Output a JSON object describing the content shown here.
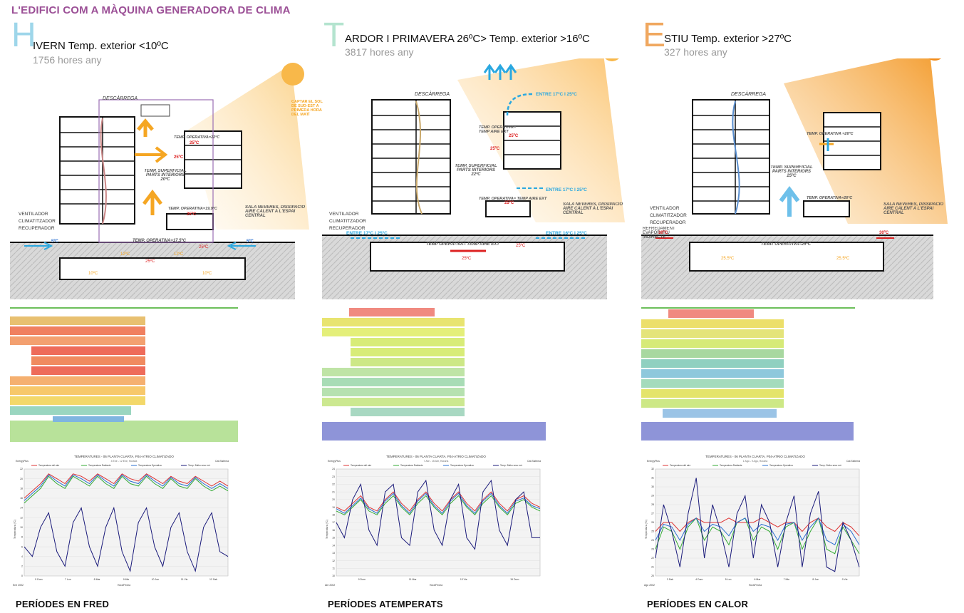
{
  "page": {
    "title": "L'EDIFICI COM A MÀQUINA GENERADORA DE CLIMA"
  },
  "colors": {
    "title": "#9b4f96",
    "winter": "#8fd3e8",
    "autumn": "#a8e0c8",
    "summer": "#f0a050",
    "sun": "#f7a53a",
    "arrow_warm": "#f5a623",
    "arrow_cool": "#2aa8e0"
  },
  "seasons": [
    {
      "letter": "H",
      "title": "IVERN Temp. exterior <10ºC",
      "hours": "1756 hores any",
      "period": "PERÍODES EN FRED",
      "labels": {
        "descarrega": "DESCÀRREGA",
        "captar": "CAPTAR EL SOL DE SUD-EST A PRIMERA HORA DEL MATÍ",
        "temp_superficial": "TEMP. SUPERFICIAL PARTS INTERIORS 20ºC",
        "temp_op_top": "TEMP. OPERATIVA=22ºC",
        "t_25a": "25ºC",
        "t_25b": "25ºC",
        "temp_op_mid": "TEMP. OPERATIVA=19,9ºC",
        "t_25c": "25ºC",
        "sala": "SALA NEVERES, DISSIPACIÓ AIRE CALENT A L'ESPAI CENTRAL",
        "legend1": "VENTILADOR",
        "legend2": "CLIMATITZADOR",
        "legend3": "RECUPERADOR",
        "temp_op_bottom": "TEMP. OPERATIVA=17,5ºC",
        "ext_left": "5ºC",
        "ext_right": "5ºC",
        "b1": "10ºC",
        "b2": "25ºC",
        "b3": "10ºC",
        "b4": "12ºC",
        "b5": "12ºC",
        "b6": "25ºC"
      },
      "chart": {
        "title": "TEMPERATURES - 06 PLANTA CUARTA, P04-ATRIO CLIMATIZADO",
        "subtitle": "4 Ene - 12 Ene, Horaria",
        "brand": "EnergyPlus",
        "brand_right": "Cat.Sistema",
        "ylabel": "Temperatura (°C)",
        "xlabel": "Hora/Fecha",
        "year": "Ene 2002",
        "legend": [
          "Temperatura del aire",
          "Temperatura Radiante",
          "Temperatura Operativa",
          "Temp. Bulbo seco ext."
        ],
        "xticks": [
          "5 Dom",
          "7 Lun",
          "8 Mar",
          "9 Mie",
          "10 Jue",
          "11 Vie",
          "12 Sab"
        ],
        "yticks": [
          "0",
          "2",
          "4",
          "6",
          "8",
          "10",
          "12",
          "14",
          "16",
          "18",
          "20",
          "22"
        ]
      },
      "chart_data": {
        "type": "line",
        "title": "TEMPERATURES - 06 PLANTA CUARTA, P04-ATRIO CLIMATIZADO",
        "xlabel": "Hora/Fecha",
        "ylabel": "Temperatura (°C)",
        "ylim": [
          0,
          22
        ],
        "x": [
          0,
          8,
          16,
          24,
          32,
          40,
          48,
          56,
          64,
          72,
          80,
          88,
          96,
          104,
          112,
          120,
          128,
          136,
          144,
          152,
          160,
          168,
          176,
          184,
          192,
          200
        ],
        "series": [
          {
            "name": "Temperatura del aire",
            "color": "#d33",
            "values": [
              16,
              17.5,
              19,
              21,
              20,
              19,
              21,
              20.5,
              19.5,
              21,
              20,
              19,
              21,
              20,
              19.5,
              21,
              20,
              19,
              20.5,
              19.5,
              19,
              20.5,
              19.5,
              18.5,
              19.5,
              18.5
            ]
          },
          {
            "name": "Temperatura Radiante",
            "color": "#3a3",
            "values": [
              15,
              16.5,
              18,
              20.5,
              19,
              18,
              20.5,
              19.5,
              18.5,
              20.5,
              19,
              18,
              20.5,
              19,
              18.5,
              20.5,
              19,
              18,
              20,
              18.5,
              18,
              20,
              18.5,
              17.5,
              18.5,
              17.5
            ]
          },
          {
            "name": "Temperatura Operativa",
            "color": "#2a6fd0",
            "values": [
              15.5,
              17,
              18.5,
              20.8,
              19.5,
              18.5,
              20.8,
              20,
              19,
              20.8,
              19.5,
              18.5,
              20.8,
              19.5,
              19,
              20.8,
              19.5,
              18.5,
              20.3,
              19,
              18.5,
              20.3,
              19,
              18,
              19,
              18
            ]
          },
          {
            "name": "Temp. Bulbo seco ext.",
            "color": "#1a1a7a",
            "values": [
              6,
              4,
              10,
              13,
              5,
              2,
              11,
              14,
              6,
              2,
              10,
              14,
              5,
              1,
              11,
              14,
              6,
              2,
              10,
              13,
              5,
              1,
              10,
              13,
              5,
              4
            ]
          }
        ]
      }
    },
    {
      "letter": "T",
      "title": "ARDOR I PRIMAVERA 26ºC> Temp. exterior >16ºC",
      "hours": "3817 hores any",
      "period": "PERÍODES ATEMPERATS",
      "labels": {
        "descarrega": "DESCÀRREGA",
        "entre_top": "ENTRE 17ºC I 25ºC",
        "temp_op_top": "TEMP. OPERATIVA= TEMP AIRE EXT",
        "t_25a": "25ºC",
        "t_25b": "25ºC",
        "temp_superficial": "TEMP. SUPERFICIAL PARTS INTERIORS 22ºC",
        "entre_mid": "ENTRE 17ºC I 25ºC",
        "temp_op_mid": "TEMP. OPERATIVA= TEMP AIRE EXT",
        "t_25c": "25ºC",
        "sala": "SALA NEVERES, DISSIPACIÓ AIRE CALENT A L'ESPAI CENTRAL",
        "legend1": "VENTILADOR",
        "legend2": "CLIMATITZADOR",
        "legend3": "RECUPERADOR",
        "entre_left": "ENTRE 17ºC I 25ºC",
        "entre_right": "ENTRE 16ºC I 25ºC",
        "temp_op_bottom": "TEMP OPERATIVA= TEMP AIRE EXT",
        "b1": "25ºC",
        "b2": "25ºC"
      },
      "chart": {
        "title": "TEMPERATURES - 06 PLANTA CUARTA, P04-ATRIO CLIMATIZADO",
        "subtitle": "7 Abr - 15 Abr, Horaria",
        "brand": "EnergyPlus",
        "brand_right": "Cat.Sistema",
        "ylabel": "Temperatura (°C)",
        "xlabel": "Hora/Fecha",
        "year": "Abr 2002",
        "legend": [
          "Temperatura del aire",
          "Temperatura Radiante",
          "Temperatura Operativa",
          "Temp. Bulbo seco ext."
        ],
        "xticks": [
          "9 Dom",
          "11 Mar",
          "13 Vie",
          "15 Dom"
        ],
        "yticks": [
          "10",
          "11",
          "12",
          "13",
          "14",
          "15",
          "16",
          "17",
          "18",
          "19",
          "20",
          "21",
          "22",
          "23",
          "24"
        ]
      },
      "chart_data": {
        "type": "line",
        "title": "TEMPERATURES - 06 PLANTA CUARTA, P04-ATRIO CLIMATIZADO",
        "xlabel": "Hora/Fecha",
        "ylabel": "Temperatura (°C)",
        "ylim": [
          10,
          24
        ],
        "x": [
          0,
          8,
          16,
          24,
          32,
          40,
          48,
          56,
          64,
          72,
          80,
          88,
          96,
          104,
          112,
          120,
          128,
          136,
          144,
          152,
          160,
          168,
          176,
          184,
          192,
          200
        ],
        "series": [
          {
            "name": "Temperatura del aire",
            "color": "#d33",
            "values": [
              19,
              18.5,
              19.5,
              20.5,
              19,
              18.5,
              20,
              21,
              19.5,
              18.5,
              20,
              21,
              19.5,
              18.5,
              20,
              21,
              19.5,
              18.5,
              20,
              21,
              19.5,
              18.5,
              20,
              20.5,
              19.5,
              19
            ]
          },
          {
            "name": "Temperatura Radiante",
            "color": "#3a3",
            "values": [
              18.5,
              18,
              19,
              20,
              18.5,
              18,
              19.5,
              20.5,
              19,
              18,
              19.5,
              20.5,
              19,
              18,
              19.5,
              20.5,
              19,
              18,
              19.5,
              20.5,
              19,
              18,
              19.5,
              20,
              19,
              18.5
            ]
          },
          {
            "name": "Temperatura Operativa",
            "color": "#2a6fd0",
            "values": [
              18.8,
              18.2,
              19.2,
              20.2,
              18.8,
              18.2,
              19.8,
              20.8,
              19.2,
              18.2,
              19.8,
              20.8,
              19.2,
              18.2,
              19.8,
              20.8,
              19.2,
              18.2,
              19.8,
              20.8,
              19.2,
              18.2,
              19.8,
              20.2,
              19.2,
              18.8
            ]
          },
          {
            "name": "Temp. Bulbo seco ext.",
            "color": "#1a1a7a",
            "values": [
              17,
              15,
              20,
              22,
              16,
              14,
              21,
              22,
              15,
              14,
              21,
              22.5,
              16,
              14,
              20,
              22,
              15,
              13.5,
              21,
              22.5,
              16,
              14,
              20,
              21,
              15,
              15
            ]
          }
        ]
      }
    },
    {
      "letter": "E",
      "title": "STIU Temp. exterior >27ºC",
      "hours": "327 hores any",
      "period": "PERÍODES EN CALOR",
      "labels": {
        "descarrega": "DESCÀRREGA",
        "temp_op_top": "TEMP. OPERATIVA =26ºC",
        "temp_superficial": "TEMP. SUPERFICIAL PARTS INTERIORS 25ºC",
        "temp_op_mid": "TEMP. OPERATIVA=26ºC",
        "sala": "SALA NEVERES, DISSIPACIÓ AIRE CALENT A L'ESPAI CENTRAL",
        "legend1": "VENTILADOR",
        "legend2": "CLIMATITZADOR",
        "legend3": "RECUPERADOR",
        "legend4": "REFREDAMENT EVAPORATIU INDIRECTE",
        "temp_op_bottom": "TEMP. OPERATIVA=25ºC",
        "ext_left": "30ºC",
        "ext_right": "30ºC",
        "b1": "25.5ºC",
        "b2": "25.5ºC"
      },
      "chart": {
        "title": "TEMPERATURES - 06 PLANTA CUARTA, P04-ATRIO CLIMATIZADO",
        "subtitle": "1 Ago - 9 Ago, Horaria",
        "brand": "EnergyPlus",
        "brand_right": "Cat.Sistema",
        "ylabel": "Temperatura (°C)",
        "xlabel": "Hora/Fecha",
        "year": "Ago 2002",
        "legend": [
          "Temperatura del aire",
          "Temperatura Radiante",
          "Temperatura Operativa",
          "Temp. Bulbo seco ext."
        ],
        "xticks": [
          "3 Sab",
          "4 Dom",
          "5 Lun",
          "6 Mar",
          "7 Mie",
          "8 Jue",
          "9 Vie"
        ],
        "yticks": [
          "20",
          "21",
          "22",
          "23",
          "24",
          "25",
          "26",
          "27",
          "28",
          "29",
          "30",
          "31",
          "32"
        ]
      },
      "chart_data": {
        "type": "line",
        "title": "TEMPERATURES - 06 PLANTA CUARTA, P04-ATRIO CLIMATIZADO",
        "xlabel": "Hora/Fecha",
        "ylabel": "Temperatura (°C)",
        "ylim": [
          20,
          32
        ],
        "x": [
          0,
          8,
          16,
          24,
          32,
          40,
          48,
          56,
          64,
          72,
          80,
          88,
          96,
          104,
          112,
          120,
          128,
          136,
          144,
          152,
          160,
          168,
          176,
          184,
          192,
          200
        ],
        "series": [
          {
            "name": "Temperatura del aire",
            "color": "#d33",
            "values": [
              25,
              26,
              26,
              25,
              26,
              26.5,
              26,
              26,
              26,
              26.5,
              26,
              26,
              26,
              26.5,
              26,
              25.5,
              26,
              26,
              25,
              26,
              26.5,
              25.5,
              25,
              26,
              25.5,
              24.5
            ]
          },
          {
            "name": "Temperatura Radiante",
            "color": "#3a3",
            "values": [
              23,
              25.5,
              25,
              23,
              25.5,
              26.5,
              24,
              25.5,
              25,
              23.5,
              26,
              26.5,
              24,
              25.5,
              25,
              23,
              25.5,
              26,
              23,
              25,
              26.5,
              23,
              22.5,
              25.5,
              24,
              22.5
            ]
          },
          {
            "name": "Temperatura Operativa",
            "color": "#2a6fd0",
            "values": [
              24,
              25.8,
              25.5,
              24,
              25.8,
              26.5,
              25,
              25.8,
              25.5,
              24.5,
              26,
              26.5,
              25,
              25.8,
              25.5,
              24,
              25.8,
              26,
              24,
              25.5,
              26.5,
              24,
              23.5,
              25.8,
              25,
              23.5
            ]
          },
          {
            "name": "Temp. Bulbo seco ext.",
            "color": "#1a1a7a",
            "values": [
              22,
              28,
              25,
              21,
              27,
              31,
              22,
              28,
              25,
              21,
              27,
              29,
              22,
              28,
              26,
              21,
              26,
              29,
              21,
              27,
              29.5,
              21,
              20.5,
              26,
              24,
              21
            ]
          }
        ]
      }
    }
  ]
}
